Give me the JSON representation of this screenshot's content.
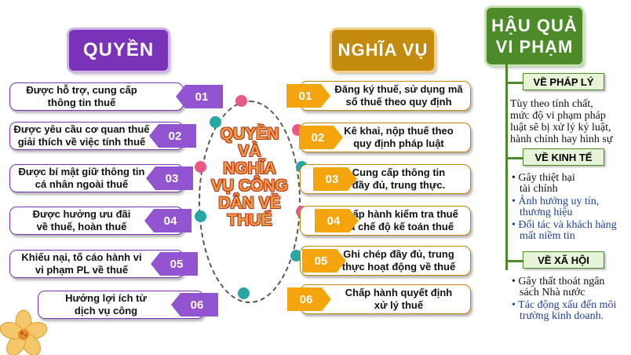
{
  "headers": {
    "rights": "QUYỀN",
    "duties": "NGHĨA VỤ",
    "consequences_line1": "HẬU QUẢ",
    "consequences_line2": "VI PHẠM"
  },
  "center": {
    "line1": "QUYỀN",
    "line2": "VÀ",
    "line3": "NGHĨA",
    "line4": "VỤ CÔNG",
    "line5": "DÂN VỀ",
    "line6": "THUẾ"
  },
  "rights": [
    {
      "num": "01",
      "line1": "Được hỗ trợ, cung cấp",
      "line2": "thông tin thuế"
    },
    {
      "num": "02",
      "line1": "Được yêu cầu cơ quan thuế",
      "line2": "giải thích về việc tính thuế"
    },
    {
      "num": "03",
      "line1": "Được bí mật giữ thông tin",
      "line2": "cá nhân ngoài thuế"
    },
    {
      "num": "04",
      "line1": "Được hưởng ưu đãi",
      "line2": "về thuế, hoàn thuế"
    },
    {
      "num": "05",
      "line1": "Khiếu nại, tố cáo hành vi",
      "line2": "vi phạm PL về thuế"
    },
    {
      "num": "06",
      "line1": "Hưởng lợi ích từ",
      "line2": "dịch vụ công"
    }
  ],
  "duties": [
    {
      "num": "01",
      "line1": "Đăng ký thuế, sử dụng mã",
      "line2": "số thuế theo quy định"
    },
    {
      "num": "02",
      "line1": "Kê khai, nộp thuế theo",
      "line2": "quy định pháp luật"
    },
    {
      "num": "03",
      "line1": "Cung cấp thông tin",
      "line2": "đầy đủ, trung thực."
    },
    {
      "num": "04",
      "line1": "Chấp hành kiểm tra thuế",
      "line2": "và chế độ kế toán thuế"
    },
    {
      "num": "05",
      "line1": "Ghi chép đầy đủ, trung",
      "line2": "thực hoạt động về thuế"
    },
    {
      "num": "06",
      "line1": "Chấp hành quyết định",
      "line2": "xử lý thuế"
    }
  ],
  "consequences": {
    "legal": {
      "label": "VỀ PHÁP LÝ",
      "lines": [
        "Tùy theo tính chất,",
        "mức độ vi phạm pháp",
        "luật sẽ bị xử lý kỷ luật,",
        "hành chính hay hình sự"
      ]
    },
    "economic": {
      "label": "VỀ KINH TẾ",
      "items": [
        {
          "line1": "Gây thiệt hại",
          "line2": "tài chính"
        },
        {
          "line1": "Ảnh hưởng uy tín,",
          "line2": "thương hiệu"
        },
        {
          "line1": "Đối tác và khách hàng",
          "line2": "mất niềm tin"
        }
      ]
    },
    "social": {
      "label": "VỀ XÃ HỘI",
      "items": [
        {
          "line1": "Gây thất thoát ngân",
          "line2": "sách Nhà nước"
        },
        {
          "line1": "Tác động xấu đến môi",
          "line2": "trường kinh doanh."
        }
      ]
    }
  },
  "colors": {
    "rights": "#7a33b8",
    "rights_tag": "#9254d0",
    "duties": "#c48a0e",
    "duties_tag": "#f4a50d",
    "consequences": "#4c8a2a",
    "center_text": "#f59a45",
    "dot_pink": "#e85a85",
    "dot_teal": "#26a6a6"
  }
}
